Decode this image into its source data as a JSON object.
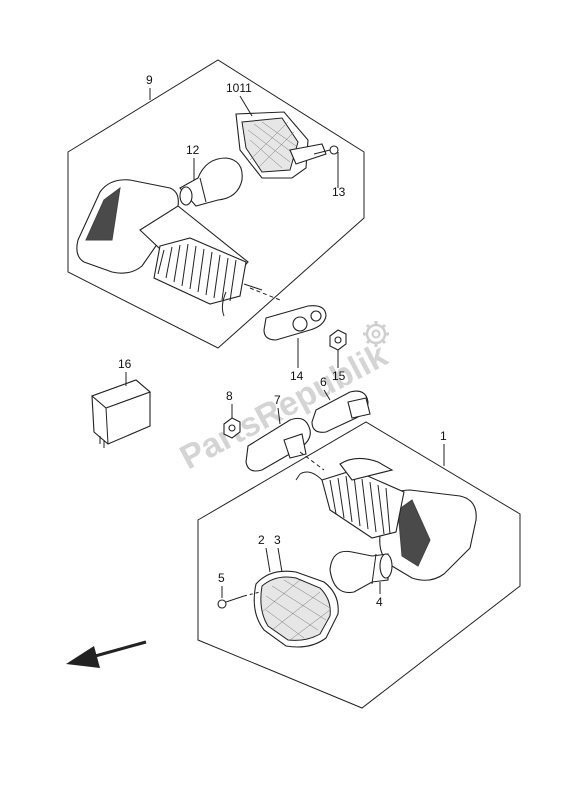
{
  "diagram": {
    "callouts": {
      "c1": "1",
      "c2": "2",
      "c3": "3",
      "c4": "4",
      "c5": "5",
      "c6": "6",
      "c7": "7",
      "c8": "8",
      "c9": "9",
      "c1011": "1011",
      "c12": "12",
      "c13": "13",
      "c14": "14",
      "c15": "15",
      "c16": "16"
    },
    "watermark": "PartsRepublik"
  }
}
